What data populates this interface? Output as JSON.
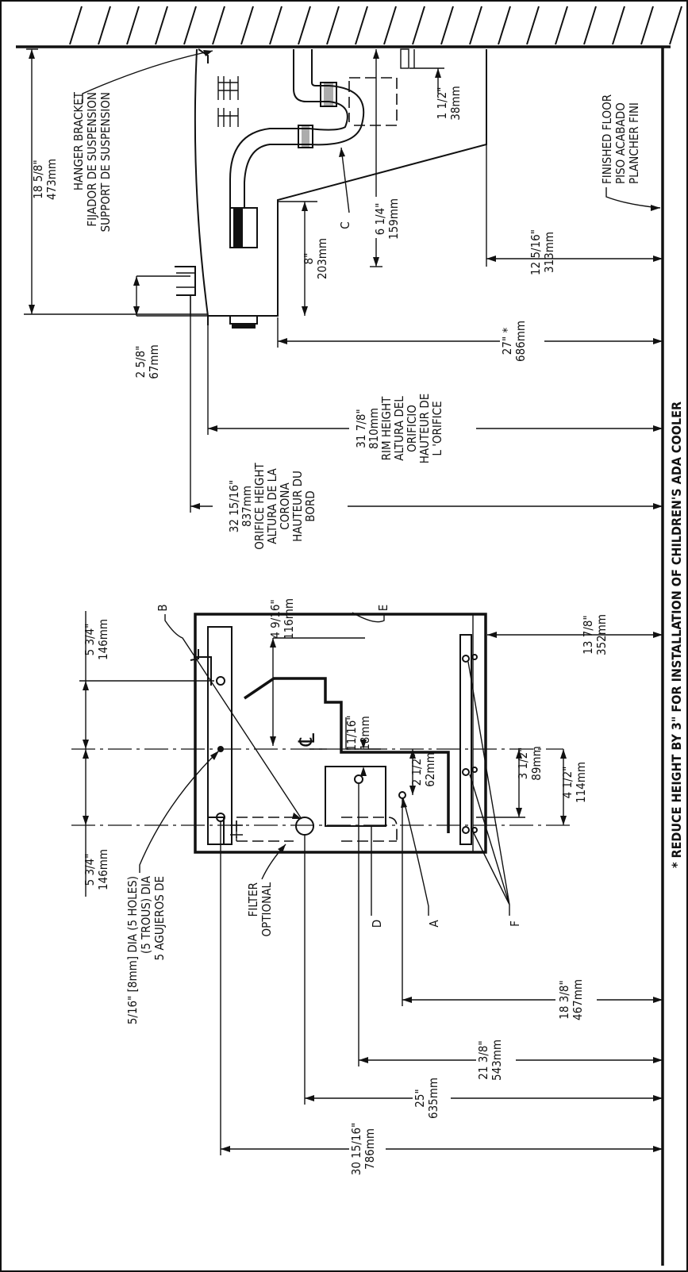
{
  "labels": {
    "hanger_bracket": [
      "HANGER BRACKET",
      "FIJADOR DE SUSPENSION",
      "SUPPORT DE SUSPENSION"
    ],
    "finished_floor": [
      "FINISHED FLOOR",
      "PISO ACABADO",
      "PLANCHER FINI"
    ],
    "rim_height": [
      "31 7/8\"",
      "810mm",
      "RIM HEIGHT",
      "ALTURA DEL",
      "ORIFICIO",
      "HAUTEUR DE",
      "L 'ORIFICE"
    ],
    "orifice_height": [
      "32 15/16\"",
      "837mm",
      "ORIFICE HEIGHT",
      "ALTURA DE LA",
      "CORONA",
      "HAUTEUR DU",
      "BORD"
    ],
    "holes": [
      "5/16\" [8mm] DIA (5 HOLES)",
      "(5 TROUS) DIA",
      "5 AGUJEROS DE"
    ],
    "filter": [
      "FILTER",
      "OPTIONAL"
    ],
    "letter_a": "A",
    "letter_b": "B",
    "letter_c": "C",
    "letter_d": "D",
    "letter_e": "E",
    "letter_f": "F",
    "centerline_symbol": "℄"
  },
  "dimensions": {
    "d_18_5_8": [
      "18 5/8\"",
      "473mm"
    ],
    "d_1_1_2": [
      "1 1/2\"",
      "38mm"
    ],
    "d_6_1_4": [
      "6 1/4\"",
      "159mm"
    ],
    "d_8": [
      "8\"",
      "203mm"
    ],
    "d_2_5_8": [
      "2 5/8\"",
      "67mm"
    ],
    "d_12_5_16": [
      "12 5/16\"",
      "313mm"
    ],
    "d_27": [
      "27\" *",
      "686mm"
    ],
    "d_5_3_4_top": [
      "5 3/4\"",
      "146mm"
    ],
    "d_4_9_16": [
      "4 9/16\"",
      "116mm"
    ],
    "d_13_7_8": [
      "13 7/8\"",
      "352mm"
    ],
    "d_11_16": [
      "11/16\"",
      "18mm"
    ],
    "d_2_1_2": [
      "2 1/2\"",
      "62mm"
    ],
    "d_3_1_2": [
      "3 1/2\"",
      "89mm"
    ],
    "d_4_1_2": [
      "4 1/2\"",
      "114mm"
    ],
    "d_5_3_4_bottom": [
      "5 3/4\"",
      "146mm"
    ],
    "d_18_3_8": [
      "18 3/8\"",
      "467mm"
    ],
    "d_21_3_8": [
      "21 3/8\"",
      "543mm"
    ],
    "d_25": [
      "25\"",
      "635mm"
    ],
    "d_30_15_16": [
      "30 15/16\"",
      "786mm"
    ]
  },
  "footnote": "* REDUCE HEIGHT BY 3\" FOR INSTALLATION OF CHILDREN'S ADA COOLER"
}
